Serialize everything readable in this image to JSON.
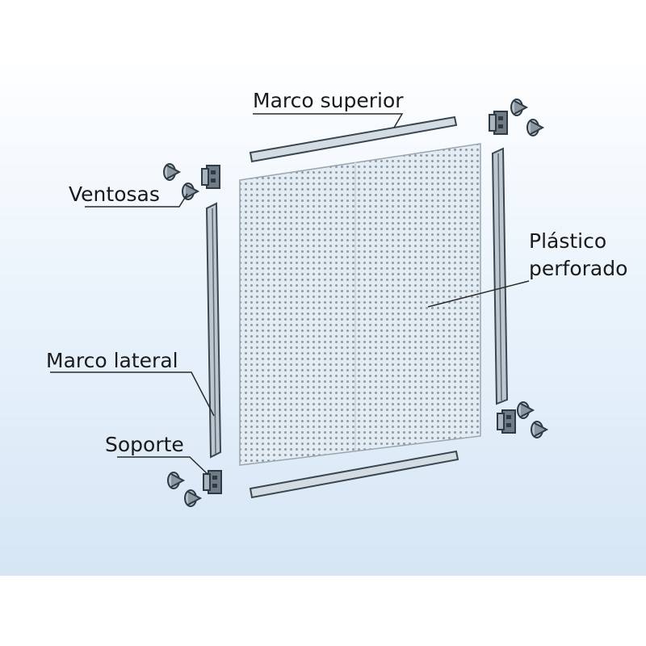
{
  "labels": {
    "top_frame": "Marco superior",
    "suction_cups": "Ventosas",
    "perforated_plastic_line1": "Plástico",
    "perforated_plastic_line2": "perforado",
    "side_frame": "Marco lateral",
    "support": "Soporte"
  },
  "colors": {
    "background_panel": "#d6e6f5",
    "part_stroke": "#3a4650",
    "part_fill": "#c9d3dc"
  }
}
